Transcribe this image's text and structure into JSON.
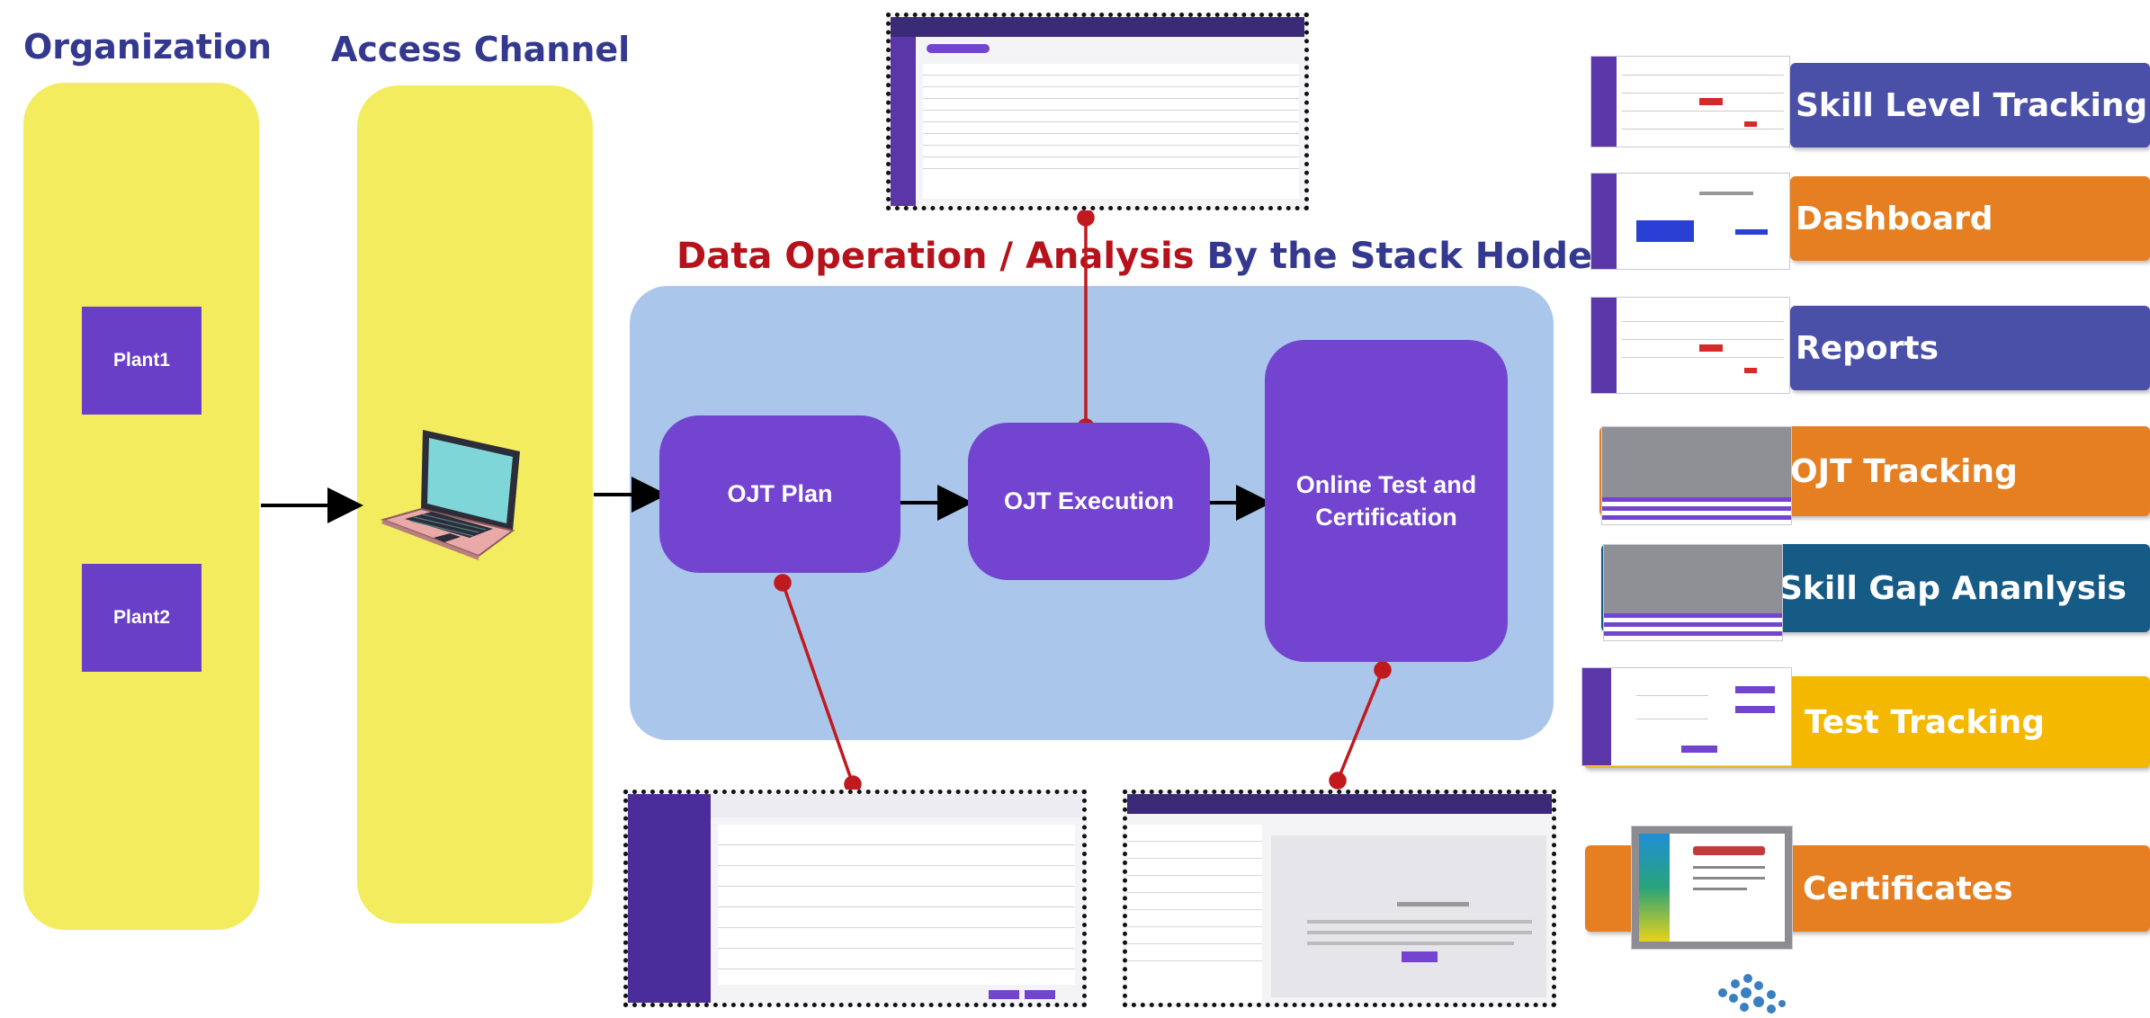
{
  "columns": {
    "organization": "Organization",
    "access_channel": "Access Channel"
  },
  "plants": [
    "Plant1",
    "Plant2"
  ],
  "title": {
    "part1": "Data Operation / Analysis",
    "part2": "By the Stack Holders"
  },
  "process_steps": {
    "plan": "OJT Plan",
    "execution": "OJT Execution",
    "test_line1": "Online Test and",
    "test_line2": "Certification"
  },
  "outputs": [
    {
      "label": "Skill Level Tracking",
      "color": "#4a4fa8"
    },
    {
      "label": "Dashboard",
      "color": "#e57f22"
    },
    {
      "label": "Reports",
      "color": "#4a4fa8"
    },
    {
      "label": "OJT Tracking",
      "color": "#e57f22"
    },
    {
      "label": "Skill Gap Ananlysis",
      "color": "#165a86"
    },
    {
      "label": "Test Tracking",
      "color": "#f5b800"
    },
    {
      "label": "Certificates",
      "color": "#e57f22"
    }
  ],
  "colors": {
    "title_red": "#b5121b",
    "title_blue": "#34398f",
    "connector_red": "#c01a1f",
    "purple": "#7244cf",
    "yellow": "#f3ec5f",
    "stage_blue": "#aac6ea"
  },
  "icons": {
    "laptop": "laptop-icon",
    "logo": "network-dots-logo"
  }
}
